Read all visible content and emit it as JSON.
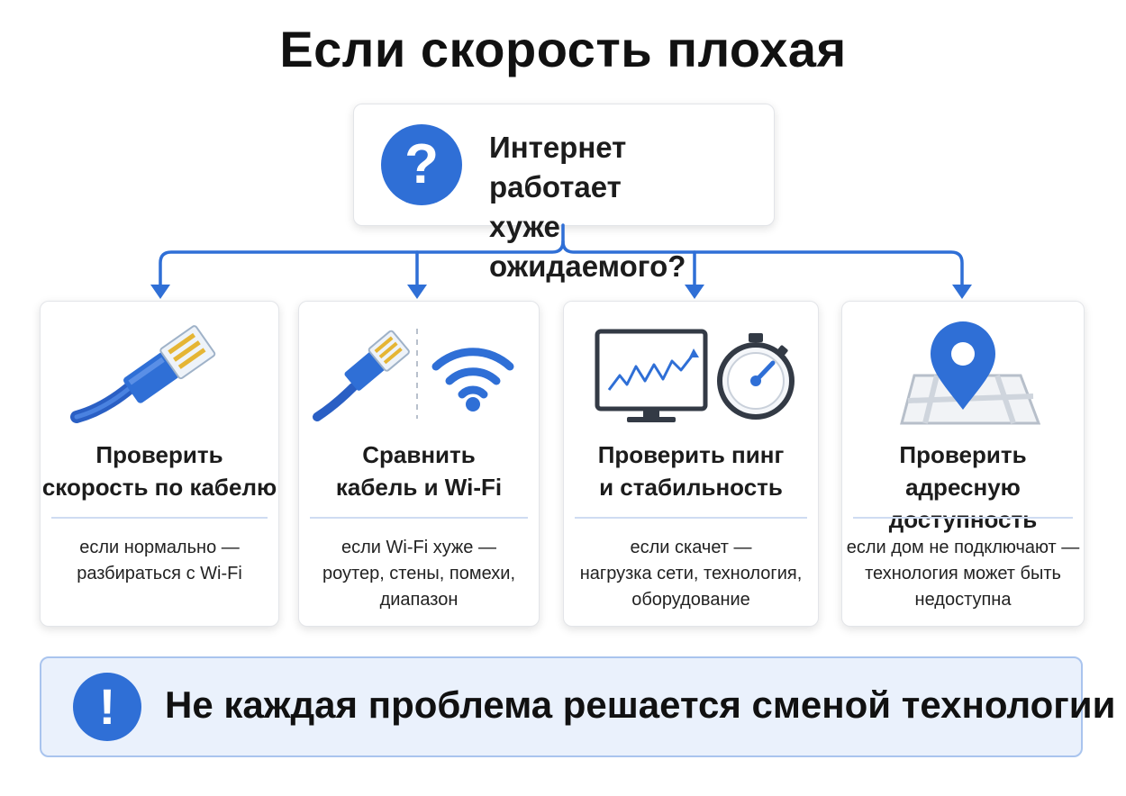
{
  "title": "Если скорость плохая",
  "question": {
    "icon": "question-mark-icon",
    "line1": "Интернет работает",
    "line2": "хуже ожидаемого?"
  },
  "cards": [
    {
      "icon": "ethernet-cable-icon",
      "head1": "Проверить",
      "head2": "скорость по кабелю",
      "desc1": "если нормально —",
      "desc2": "разбираться с Wi-Fi",
      "desc3": ""
    },
    {
      "icon": "cable-and-wifi-icon",
      "head1": "Сравнить",
      "head2": "кабель и Wi-Fi",
      "desc1": "если Wi-Fi хуже —",
      "desc2": "роутер, стены, помехи,",
      "desc3": "диапазон"
    },
    {
      "icon": "monitor-and-stopwatch-icon",
      "head1": "Проверить пинг",
      "head2": "и стабильность",
      "desc1": "если скачет —",
      "desc2": "нагрузка сети, технология,",
      "desc3": "оборудование"
    },
    {
      "icon": "map-pin-icon",
      "head1": "Проверить адресную",
      "head2": "доступность",
      "desc1": "если дом не подключают —",
      "desc2": "технология может быть",
      "desc3": "недоступна"
    }
  ],
  "banner": {
    "icon": "exclamation-icon",
    "text": "Не каждая проблема решается сменой технологии"
  },
  "colors": {
    "accent": "#2f6fd6",
    "banner_bg": "#eaf1fc",
    "banner_border": "#a9c4ee",
    "divider": "#cfdcf2"
  }
}
